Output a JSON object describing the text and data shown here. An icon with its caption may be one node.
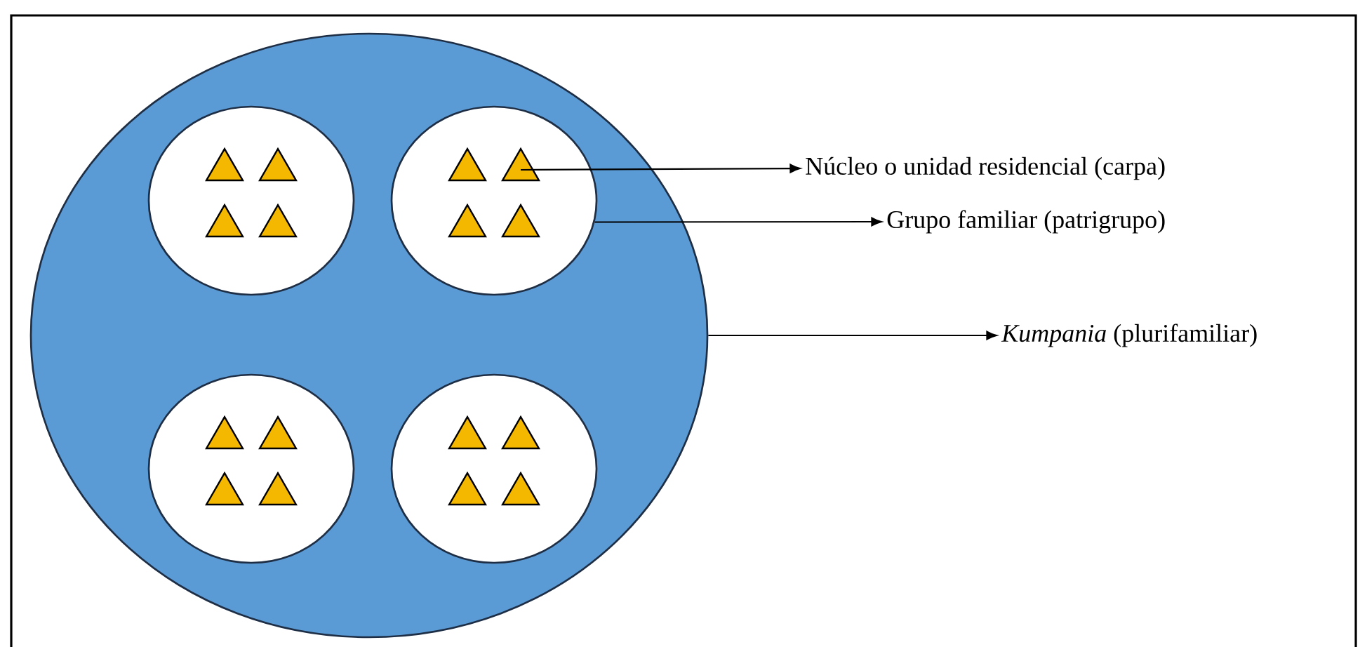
{
  "diagram": {
    "nodes": [
      {
        "text": [],
        "shape": "ellipse"
      },
      {
        "text": [],
        "shape": "ellipse",
        "in": 0
      },
      {
        "text": [],
        "shape": "triangle",
        "in": 1
      },
      {
        "text": [],
        "shape": "triangle",
        "in": 1
      },
      {
        "text": [],
        "shape": "triangle",
        "in": 1
      },
      {
        "text": [],
        "shape": "triangle",
        "in": 1
      },
      {
        "text": [],
        "shape": "ellipse",
        "in": 0
      },
      {
        "text": [],
        "shape": "triangle",
        "in": 6
      },
      {
        "text": [],
        "shape": "triangle",
        "in": 6
      },
      {
        "text": [],
        "shape": "triangle",
        "in": 6
      },
      {
        "text": [],
        "shape": "triangle",
        "in": 6
      },
      {
        "text": [],
        "shape": "ellipse",
        "in": 0
      },
      {
        "text": [],
        "shape": "triangle",
        "in": 11
      },
      {
        "text": [],
        "shape": "triangle",
        "in": 11
      },
      {
        "text": [],
        "shape": "triangle",
        "in": 11
      },
      {
        "text": [],
        "shape": "triangle",
        "in": 11
      },
      {
        "text": [],
        "shape": "ellipse",
        "in": 0
      },
      {
        "text": [],
        "shape": "triangle",
        "in": 16
      },
      {
        "text": [],
        "shape": "triangle",
        "in": 16
      },
      {
        "text": [],
        "shape": "triangle",
        "in": 16
      },
      {
        "text": [],
        "shape": "triangle",
        "in": 16
      },
      {
        "text": [
          "Núcleo o unidad residencial (carpa)"
        ]
      },
      {
        "text": [
          "Grupo familiar (patrigrupo)"
        ]
      },
      {
        "text": [
          "*Kumpania* (plurifamiliar)"
        ]
      }
    ],
    "edges": [
      {
        "from": 8,
        "to": 21,
        "arrow": "to"
      },
      {
        "from": 6,
        "to": 22,
        "arrow": "to"
      },
      {
        "from": 0,
        "to": 23,
        "arrow": "to"
      }
    ]
  }
}
